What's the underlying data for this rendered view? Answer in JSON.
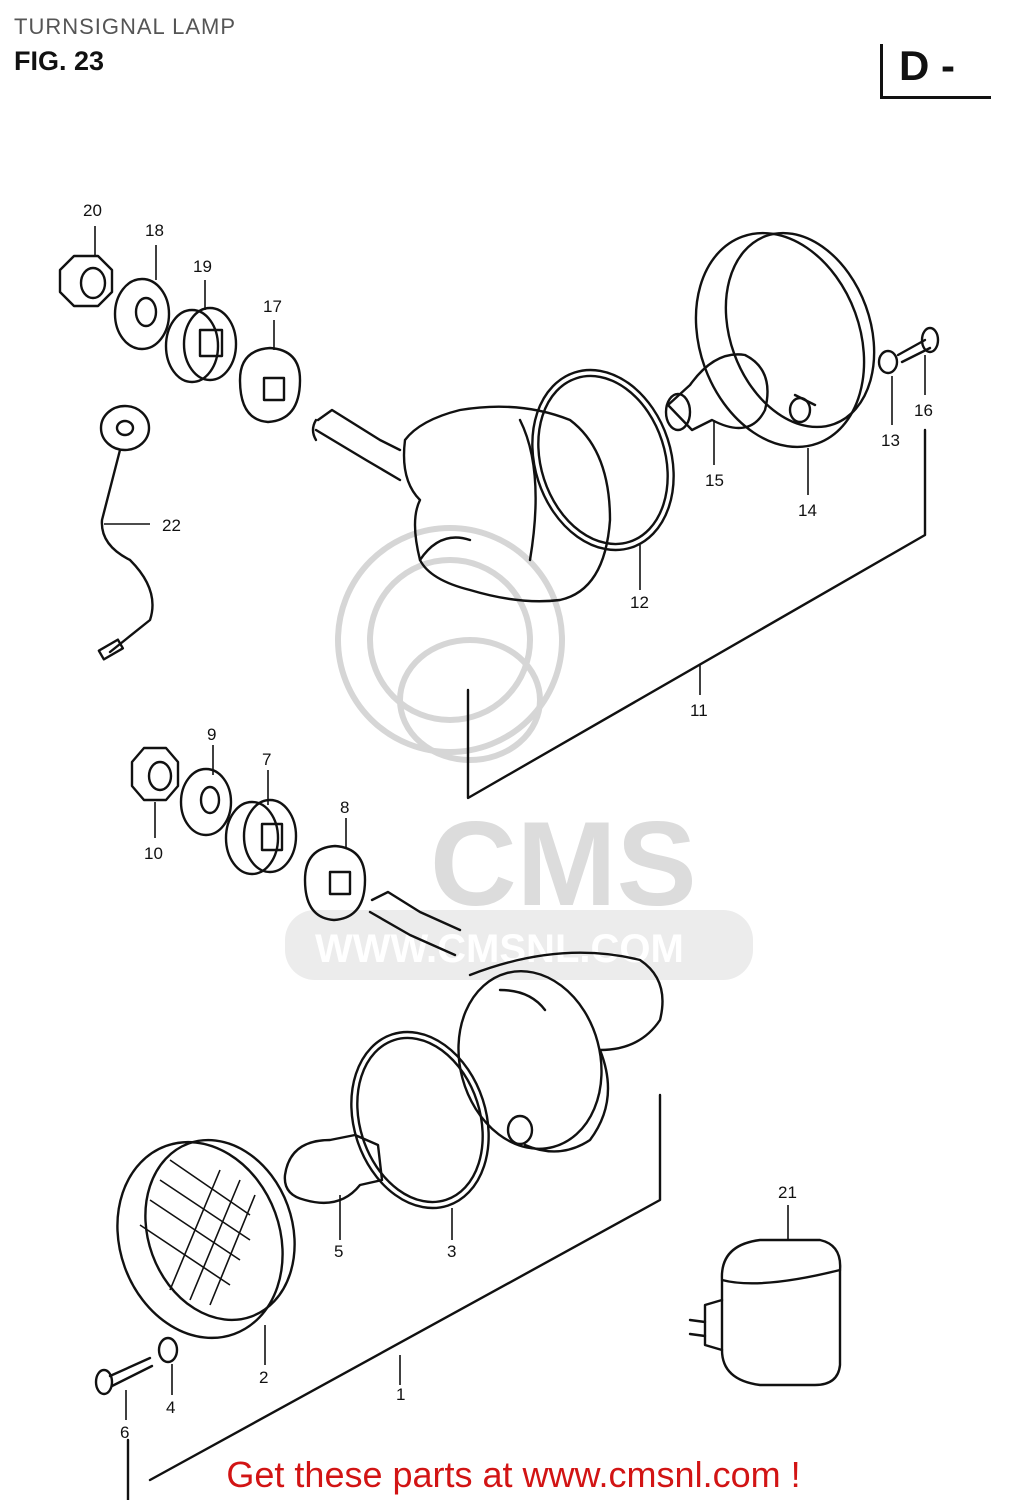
{
  "header": {
    "title": "TURNSIGNAL LAMP",
    "figure": "FIG. 23",
    "variant": "D -"
  },
  "watermark": {
    "brand": "CMS",
    "url": "WWW.CMSNL.COM"
  },
  "footer": {
    "text": "Get these parts at www.cmsnl.com !"
  },
  "callouts": {
    "c1": "1",
    "c2": "2",
    "c3": "3",
    "c4": "4",
    "c5": "5",
    "c6": "6",
    "c7": "7",
    "c8": "8",
    "c9": "9",
    "c10": "10",
    "c11": "11",
    "c12": "12",
    "c13": "13",
    "c14": "14",
    "c15": "15",
    "c16": "16",
    "c17": "17",
    "c18": "18",
    "c19": "19",
    "c20": "20",
    "c21": "21",
    "c22": "22"
  },
  "colors": {
    "footer": "#d21414",
    "watermark": "#dcdcdc",
    "line": "#111111"
  }
}
